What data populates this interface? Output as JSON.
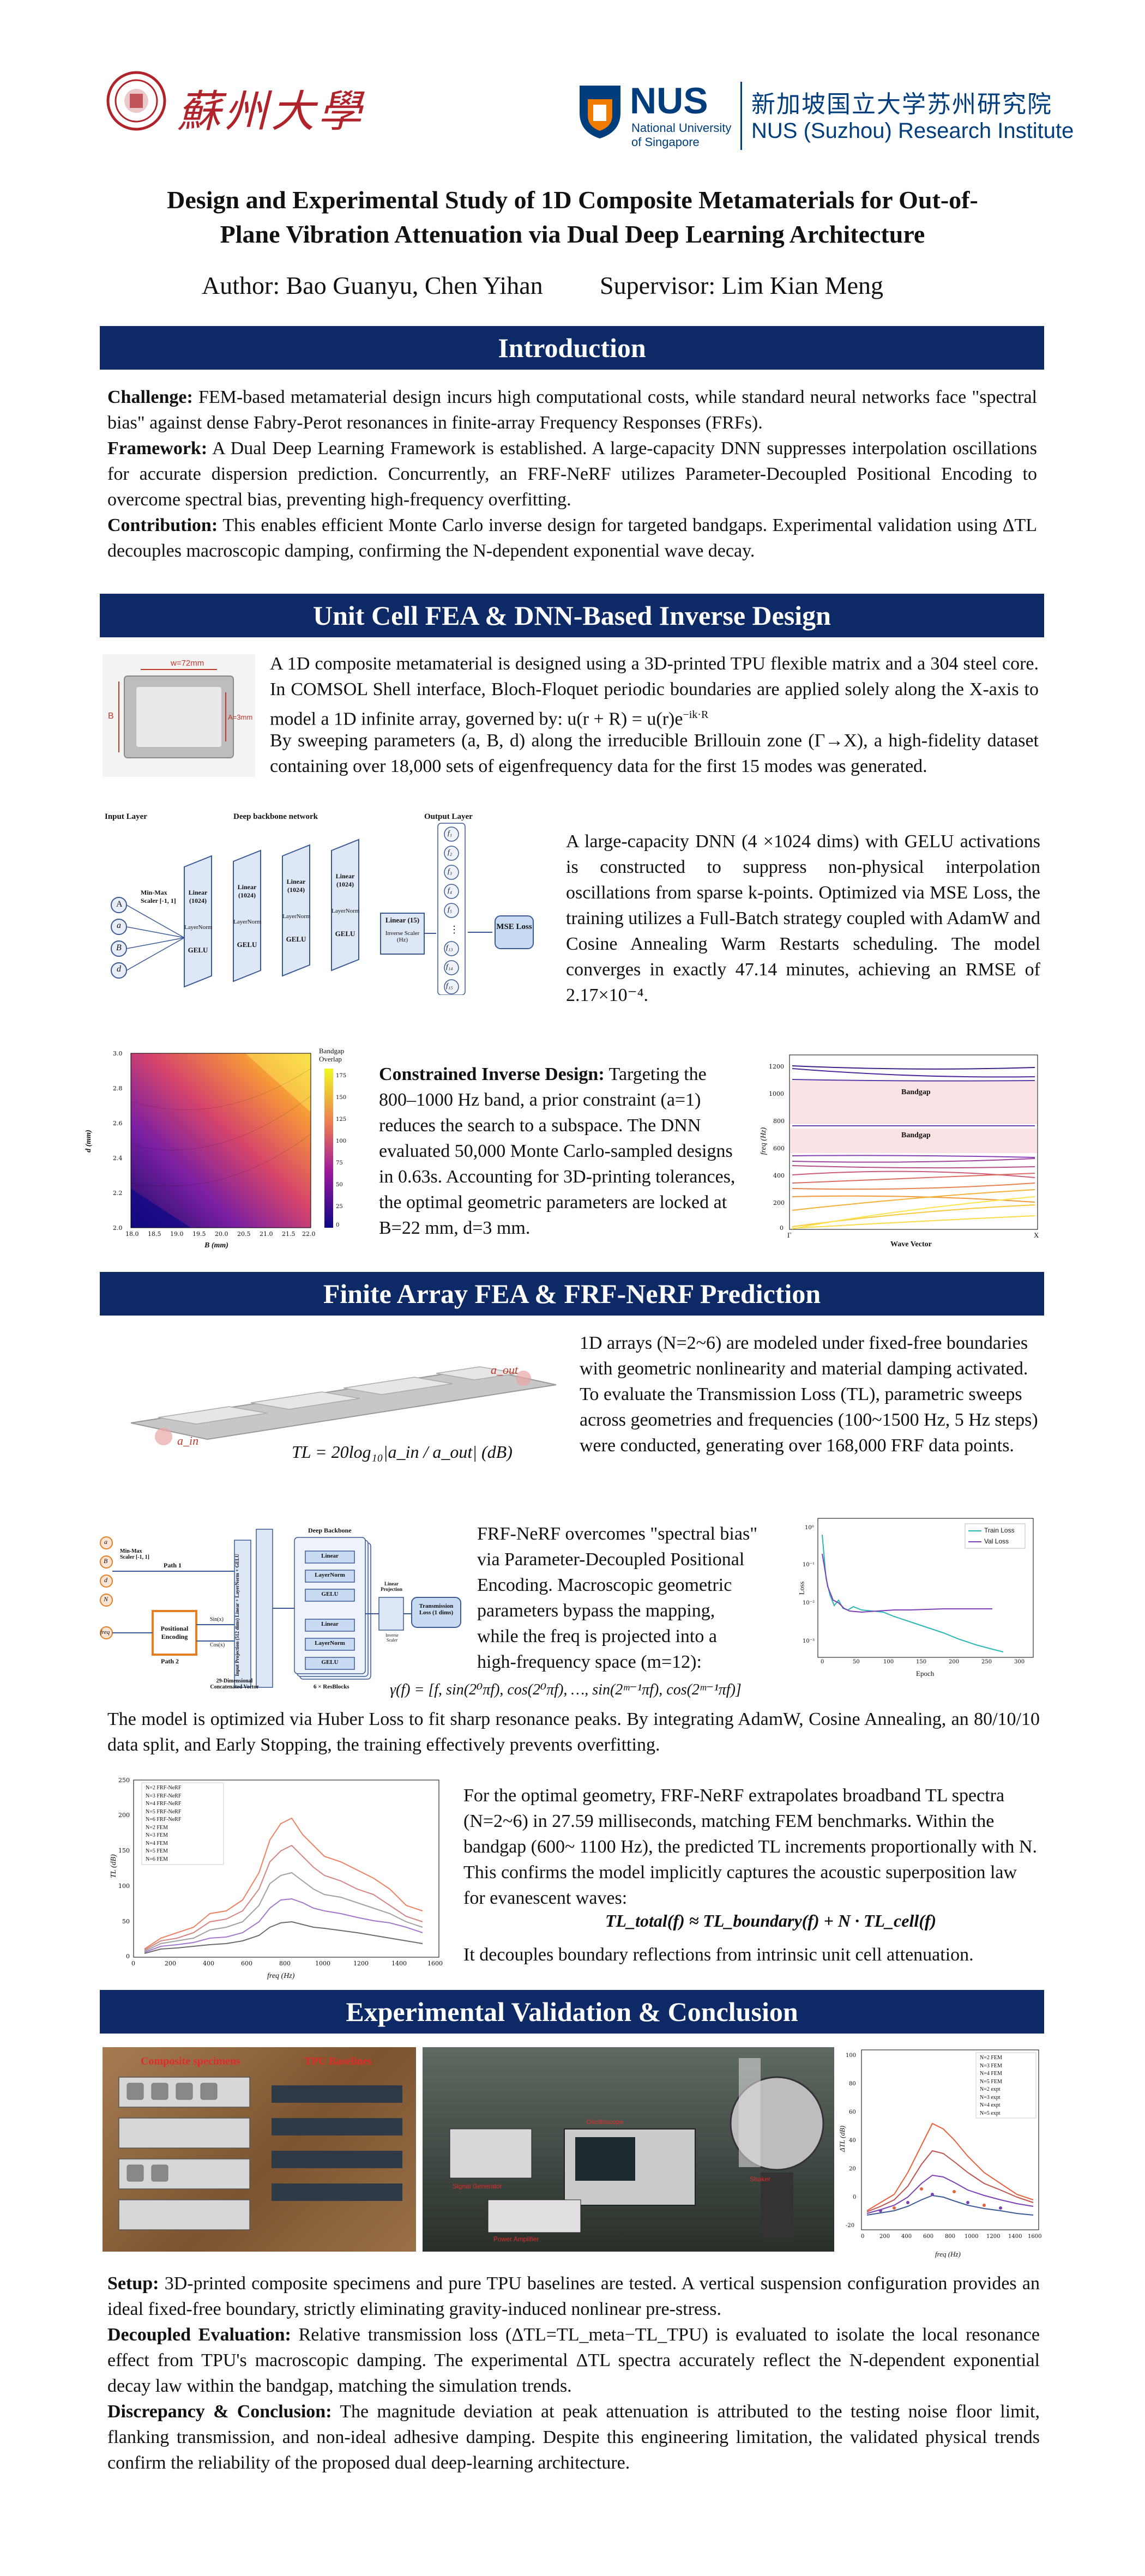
{
  "header": {
    "suda_name": "蘇州大學",
    "nus_abbrev": "NUS",
    "nus_line1": "National University",
    "nus_line2": "of Singapore",
    "nus_cn": "新加坡国立大学苏州研究院",
    "nus_en": "NUS (Suzhou) Research Institute",
    "title_line1": "Design and Experimental Study of 1D Composite Metamaterials for Out-of-",
    "title_line2": "Plane Vibration Attenuation via Dual Deep Learning Architecture",
    "authors": "Author: Bao Guanyu, Chen Yihan",
    "supervisor": "Supervisor: Lim Kian Meng"
  },
  "intro": {
    "heading": "Introduction",
    "challenge_label": "Challenge:",
    "challenge_text": " FEM-based metamaterial design incurs high computational costs, while standard neural networks face \"spectral bias\" against dense Fabry-Perot resonances in finite-array Frequency Responses (FRFs).",
    "framework_label": "Framework:",
    "framework_text": " A Dual Deep Learning Framework is established. A large-capacity DNN suppresses interpolation oscillations for accurate dispersion prediction. Concurrently, an FRF-NeRF utilizes Parameter-Decoupled Positional Encoding to overcome spectral bias, preventing high-frequency overfitting.",
    "contribution_label": "Contribution:",
    "contribution_text": " This enables efficient Monte Carlo inverse design for targeted bandgaps. Experimental validation using ΔTL decouples macroscopic damping, confirming the N-dependent exponential wave decay."
  },
  "unitcell": {
    "heading": "Unit Cell FEA & DNN-Based Inverse Design",
    "fig_label_w": "w=72mm",
    "fig_label_a": "A=3mm",
    "fig_label_b": "B",
    "para1": "A 1D composite metamaterial is designed using a 3D-printed TPU flexible matrix and a 304 steel core.  In COMSOL Shell interface,  Bloch-Floquet periodic boundaries are applied solely along the X-axis to model a 1D infinite array, governed by:  u(r + R) = u(r)e",
    "para1_sup": "−ik·R",
    "para2": "By sweeping parameters (a, B, d) along the irreducible Brillouin zone (Γ→X), a high-fidelity dataset containing over 18,000 sets of eigenfrequency data for the first 15 modes was generated.",
    "dnn": {
      "input_layer": "Input Layer",
      "backbone": "Deep backbone network",
      "output_layer": "Output Layer",
      "inputs": [
        "A",
        "a",
        "B",
        "d"
      ],
      "scaler": "Min-Max Scaler [-1, 1]",
      "block_linear": "Linear (1024)",
      "block_norm": "LayerNorm",
      "block_gelu": "GELU",
      "linear15": "Linear (15)",
      "inverse": "Inverse Scaler (Hz)",
      "outputs": [
        "f₁",
        "f₂",
        "f₃",
        "f₄",
        "f₅",
        "⋮",
        "f₁₃",
        "f₁₄",
        "f₁₅"
      ],
      "loss": "MSE Loss"
    },
    "para3": "A large-capacity DNN (4 ×1024 dims) with GELU activations is constructed to suppress non-physical interpolation oscillations from sparse k-points. Optimized via MSE Loss, the training utilizes a Full-Batch strategy coupled with AdamW and Cosine Annealing Warm Restarts scheduling. The model converges in exactly 47.14 minutes, achieving an RMSE of 2.17×10⁻⁴.",
    "heatmap": {
      "colorbar_title": "Bandgap Overlap",
      "ylabel": "d (mm)",
      "xlabel": "B (mm)",
      "yticks": [
        "3.0",
        "2.8",
        "2.6",
        "2.4",
        "2.2",
        "2.0"
      ],
      "xticks": [
        "18.0",
        "18.5",
        "19.0",
        "19.5",
        "20.0",
        "20.5",
        "21.0",
        "21.5",
        "22.0"
      ],
      "cticks": [
        "175",
        "150",
        "125",
        "100",
        "75",
        "50",
        "25",
        "0"
      ]
    },
    "para4_label": "Constrained Inverse Design:",
    "para4_text": " Targeting the 800–1000 Hz band, a prior constraint (a=1) reduces the search to a subspace. The DNN evaluated 50,000 Monte Carlo-sampled designs in 0.63s. Accounting for 3D-printing tolerances, the optimal geometric parameters are locked at B=22 mm, d=3 mm.",
    "dispersion": {
      "ylabel": "freq (Hz)",
      "xlabel": "Wave Vector",
      "bandgap_label": "Bandgap",
      "yticks": [
        "1200",
        "1000",
        "800",
        "600",
        "400",
        "200",
        "0"
      ],
      "xticks": [
        "Γ",
        "X"
      ]
    }
  },
  "finite": {
    "heading": "Finite Array FEA & FRF-NeRF Prediction",
    "a_in": "a_in",
    "a_out": "a_out",
    "formula": "TL = 20log₁₀|a_in / a_out| (dB)",
    "para1": "1D arrays (N=2~6) are modeled under fixed-free boundaries with geometric nonlinearity and material damping activated. To evaluate the Transmission Loss (TL), parametric sweeps across geometries and frequencies (100~1500 Hz, 5 Hz steps) were conducted, generating over 168,000 FRF data points.",
    "nerf": {
      "inputs": [
        "a",
        "B",
        "d",
        "N",
        "freq"
      ],
      "scaler": "Min-Max Scaler [-1, 1]",
      "path1": "Path 1",
      "path2": "Path 2",
      "pos_enc": "Positional Encoding",
      "sin": "Sin(x)",
      "cos": "Cos(x)",
      "concat": "29-Dimensional Concatenated Vector",
      "input_proj": "Input Projection (512 dims) Linear + LayerNorm + GELU",
      "backbone": "Deep Backbone",
      "layers": [
        "Linear",
        "LayerNorm",
        "GELU",
        "Linear",
        "LayerNorm",
        "GELU"
      ],
      "resblocks": "6 × ResBlocks",
      "linear_proj": "Linear Projection",
      "inverse": "Inverse Scaler",
      "output": "Transmission Loss (1 dims)"
    },
    "para2": "FRF-NeRF overcomes \"spectral bias\"  via Parameter-Decoupled Positional Encoding. Macroscopic geometric parameters bypass the mapping, while the freq is projected into a high-frequency space (m=12):",
    "gamma": "γ(f) = [f, sin(2⁰πf), cos(2⁰πf), …, sin(2ᵐ⁻¹πf), cos(2ᵐ⁻¹πf)]",
    "loss_chart": {
      "ylabel": "Loss",
      "xlabel": "Epoch",
      "yticks": [
        "10⁰",
        "10⁻¹",
        "10⁻²",
        "10⁻³"
      ],
      "xticks": [
        "0",
        "50",
        "100",
        "150",
        "200",
        "250",
        "300"
      ]
    },
    "para3": "The model is optimized via Huber Loss to fit sharp resonance peaks. By integrating AdamW, Cosine Annealing, an 80/10/10 data split, and Early Stopping, the training effectively prevents overfitting.",
    "tl_chart": {
      "ylabel": "TL (dB)",
      "xlabel": "freq (Hz)",
      "yticks": [
        "250",
        "200",
        "150",
        "100",
        "50",
        "0"
      ],
      "xticks": [
        "0",
        "200",
        "400",
        "600",
        "800",
        "1000",
        "1200",
        "1400",
        "1600"
      ],
      "legend": [
        "N=2 FRF-NeRF",
        "N=3 FRF-NeRF",
        "N=4 FRF-NeRF",
        "N=5 FRF-NeRF",
        "N=6 FRF-NeRF",
        "N=2 FEM",
        "N=3 FEM",
        "N=4 FEM",
        "N=5 FEM",
        "N=6 FEM"
      ]
    },
    "para4": "For the optimal geometry, FRF-NeRF extrapolates broadband TL spectra (N=2~6) in 27.59 milliseconds, matching FEM benchmarks. Within the bandgap (600~ 1100 Hz), the predicted TL increments proportionally with N. This confirms the model implicitly captures the acoustic superposition law for evanescent waves:",
    "formula2": "TL_total(f) ≈ TL_boundary(f) + N · TL_cell(f)",
    "para5": "It decouples boundary reflections from intrinsic unit cell attenuation."
  },
  "exp": {
    "heading": "Experimental Validation & Conclusion",
    "photo1_label1": "Composite specimens",
    "photo1_label2": "TPU Baselines",
    "photo2_labels": [
      "Signal Generator",
      "Oscilloscope",
      "Power Amplifier",
      "Shaker"
    ],
    "dtl_chart": {
      "ylabel": "ΔTL (dB)",
      "xlabel": "freq (Hz)",
      "yticks": [
        "100",
        "80",
        "60",
        "40",
        "20",
        "0",
        "-20"
      ],
      "xticks": [
        "0",
        "200",
        "400",
        "600",
        "800",
        "1000",
        "1200",
        "1400",
        "1600"
      ],
      "legend": [
        "N=2 FEM",
        "N=3 FEM",
        "N=4 FEM",
        "N=5 FEM",
        "N=2 expt",
        "N=3 expt",
        "N=4 expt",
        "N=5 expt"
      ]
    },
    "setup_label": "Setup:",
    "setup_text": " 3D-printed composite specimens and pure TPU baselines are tested. A vertical suspension configuration provides an ideal fixed-free boundary, strictly eliminating gravity-induced nonlinear pre-stress.",
    "decoupled_label": "Decoupled Evaluation:",
    "decoupled_text": " Relative transmission loss (ΔTL=TL_meta−TL_TPU) is evaluated to isolate the local resonance effect from TPU's macroscopic damping. The experimental ΔTL spectra accurately reflect the N-dependent exponential decay law within the bandgap, matching the simulation trends.",
    "conclusion_label": "Discrepancy & Conclusion:",
    "conclusion_text": " The magnitude deviation at peak attenuation is attributed to the testing noise floor limit, flanking transmission, and non-ideal adhesive damping. Despite this engineering limitation, the validated physical trends confirm the reliability of the proposed dual deep-learning architecture."
  },
  "colors": {
    "banner": "#0d2a66",
    "suda_red": "#b0232a",
    "nus_blue": "#003d7c",
    "nus_orange": "#ef7c00"
  }
}
